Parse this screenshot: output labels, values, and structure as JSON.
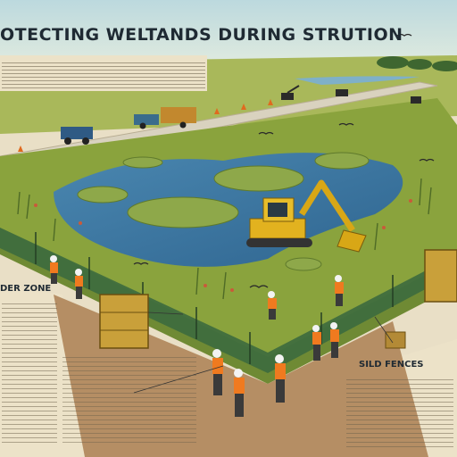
{
  "title": "OTECTING WELTANDS DURING STRUTION",
  "labels": {
    "buffer_zone": "DER ZONE",
    "silt_fences": "SILD FENCES"
  },
  "colors": {
    "sky": "#cfe3e6",
    "parchment": "#ece2c8",
    "marsh_green": "#8aa33d",
    "water": "#3f79a4",
    "fence": "#3c6a3e",
    "excavator": "#e2b21f",
    "vest": "#f07a1f",
    "road": "#d9d2bf",
    "dirt": "#b58e64"
  },
  "icons": {
    "excavator": "excavator-icon",
    "worker": "worker-icon",
    "truck": "truck-icon",
    "bird": "bird-icon",
    "crate": "supply-crate-icon"
  }
}
